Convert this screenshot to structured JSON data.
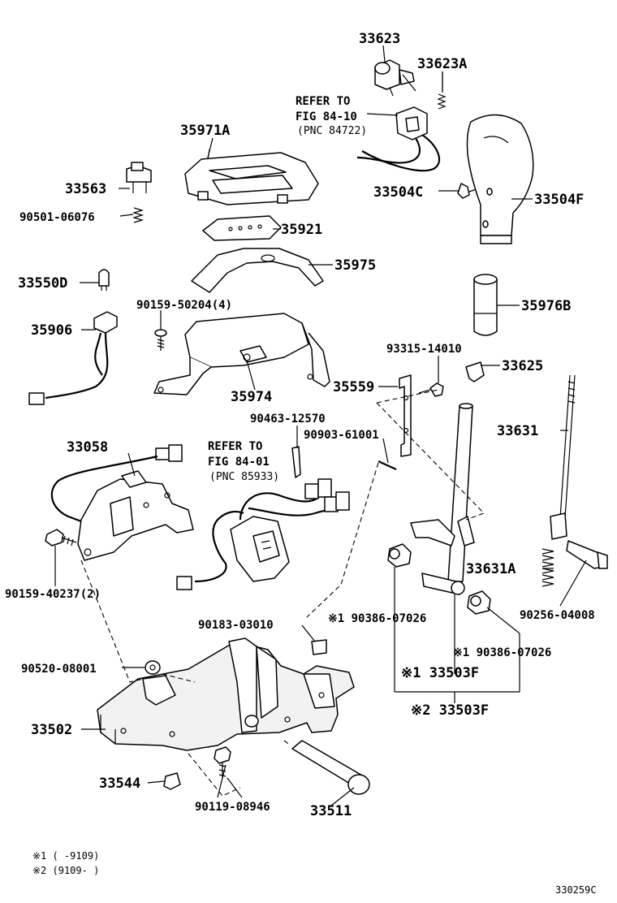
{
  "labels": {
    "p33623": "33623",
    "p33623A": "33623A",
    "ref1_l1": "REFER TO",
    "ref1_l2": "FIG 84-10",
    "ref1_l3": "(PNC 84722)",
    "p35971A": "35971A",
    "p33563": "33563",
    "p90501": "90501-06076",
    "p33504C": "33504C",
    "p33504F": "33504F",
    "p35921": "35921",
    "p35975": "35975",
    "p33550D": "33550D",
    "p90159_50204": "90159-50204(4)",
    "p35976B": "35976B",
    "p35906": "35906",
    "p93315": "93315-14010",
    "p33625": "33625",
    "p35559": "35559",
    "p35974": "35974",
    "p90463": "90463-12570",
    "p33631": "33631",
    "p33058": "33058",
    "ref2_l1": "REFER TO",
    "ref2_l2": "FIG 84-01",
    "ref2_l3": "(PNC 85933)",
    "p90903": "90903-61001",
    "p33631A": "33631A",
    "p90159_40237": "90159-40237(2)",
    "p90256": "90256-04008",
    "p90183": "90183-03010",
    "p90386_a": "※1 90386-07026",
    "p90386_b": "※1 90386-07026",
    "p90520": "90520-08001",
    "p33503F_1": "※1 33503F",
    "p33503F_2": "※2 33503F",
    "p33502": "33502",
    "p33544": "33544",
    "p90119": "90119-08946",
    "p33511": "33511"
  },
  "notes": {
    "n1": "※1 (      -9109)",
    "n2": "※2 (9109-      )"
  },
  "figure_code": "330259C"
}
